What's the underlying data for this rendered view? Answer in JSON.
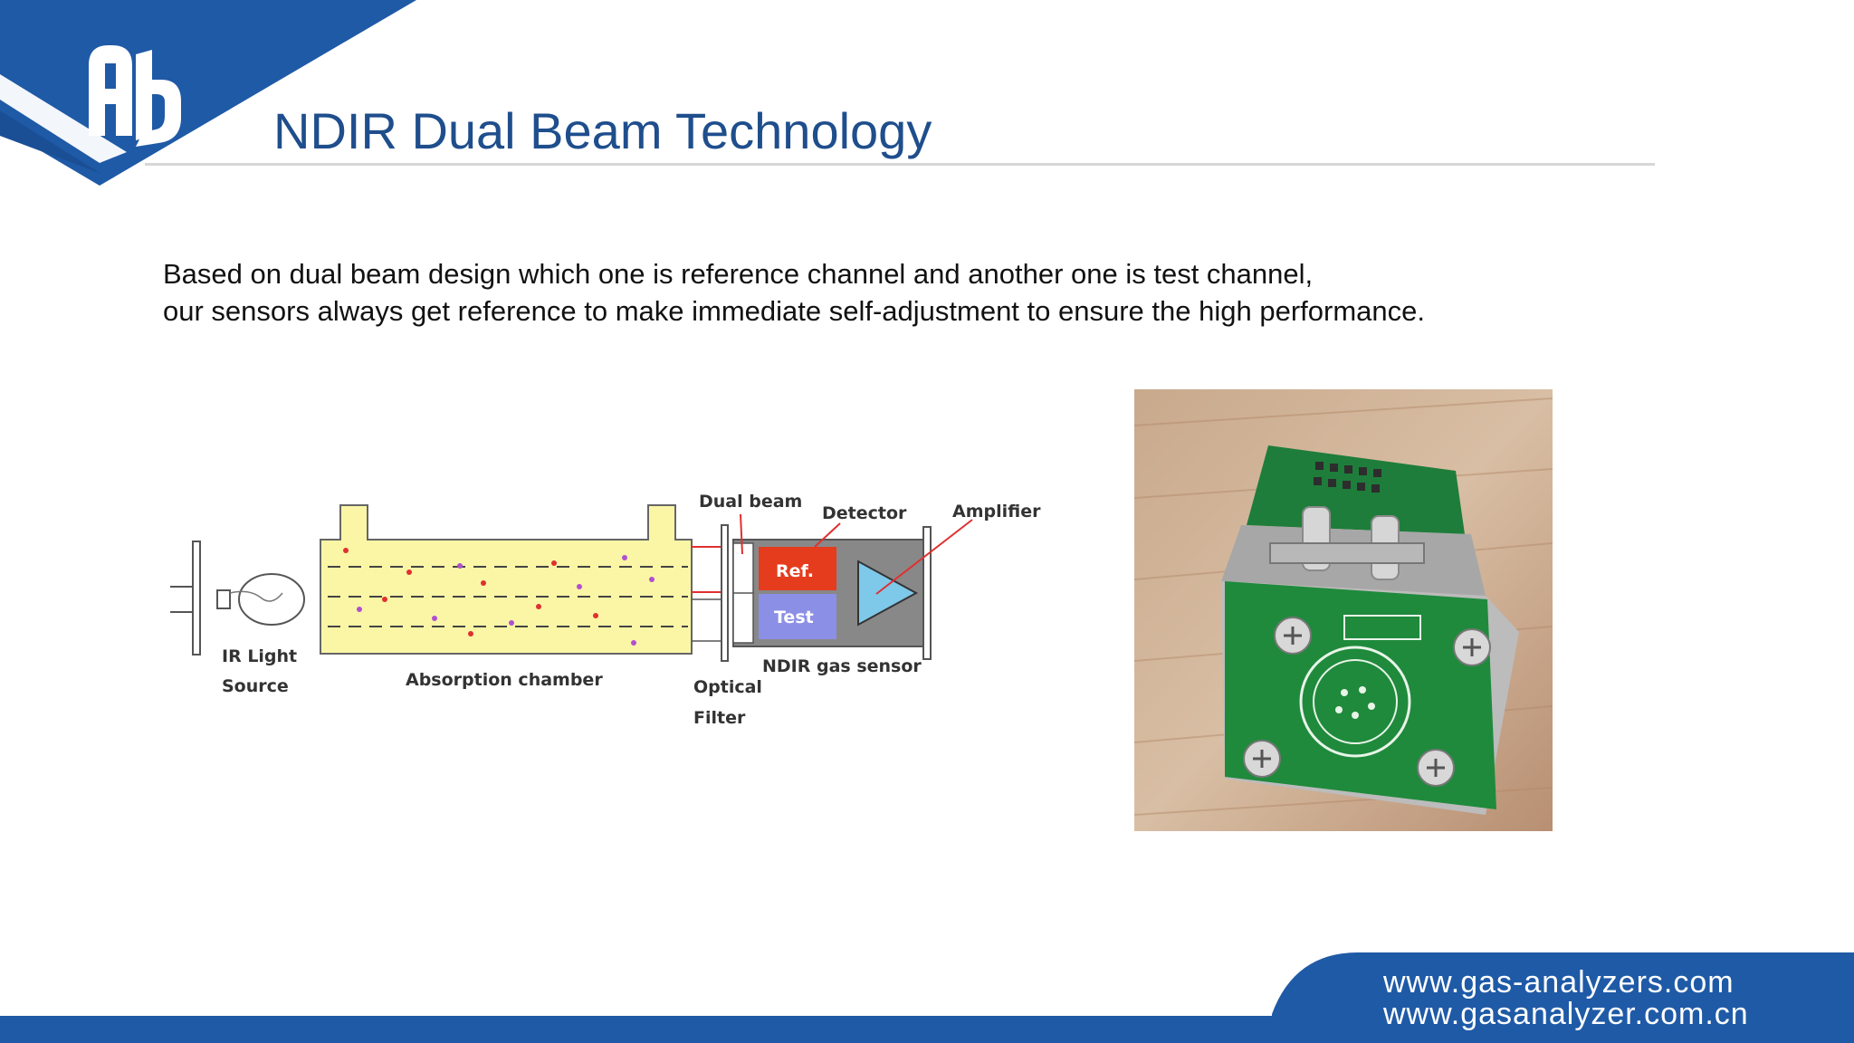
{
  "slide": {
    "title": "NDIR Dual Beam Technology",
    "body_line1": "Based on dual beam design which one is reference channel and another one is test channel,",
    "body_line2": "our sensors always get reference to make immediate self-adjustment to ensure the high performance."
  },
  "diagram": {
    "labels": {
      "ir_light": "IR Light",
      "source": "Source",
      "absorption_chamber": "Absorption chamber",
      "dual_beam": "Dual beam",
      "detector": "Detector",
      "amplifier": "Amplifier",
      "ref": "Ref.",
      "test": "Test",
      "optical": "Optical",
      "filter": "Filter",
      "ndir_gas_sensor": "NDIR gas sensor"
    }
  },
  "footer": {
    "url1": "www.gas-analyzers.com",
    "url2": "www.gasanalyzer.com.cn"
  },
  "colors": {
    "brand_blue": "#1f5aa6",
    "title_blue": "#1f4e8c",
    "chamber_yellow": "#fbf6a6",
    "ref_red": "#e63c1e",
    "test_violet": "#8c8fe6",
    "amplifier_blue": "#7ec8ea",
    "pcb_green": "#1f8a3c"
  }
}
